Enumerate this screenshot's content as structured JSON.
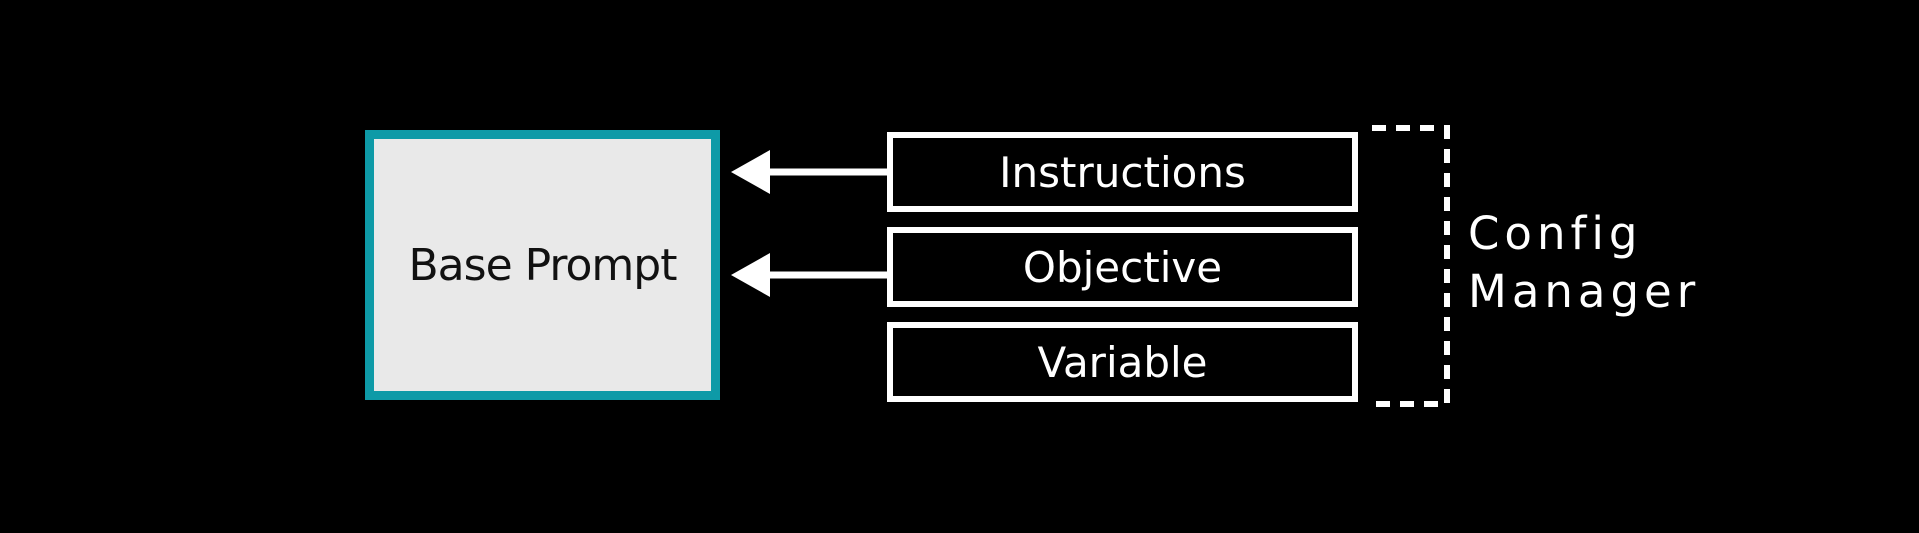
{
  "base": {
    "label": "Base Prompt"
  },
  "config_items": [
    {
      "label": "Instructions"
    },
    {
      "label": "Objective"
    },
    {
      "label": "Variable"
    }
  ],
  "group_label": {
    "line1": "Config",
    "line2": "Manager"
  },
  "colors": {
    "background": "#000000",
    "base_border": "#0e9aa7",
    "base_fill": "#e9e9e9",
    "stroke": "#ffffff"
  }
}
